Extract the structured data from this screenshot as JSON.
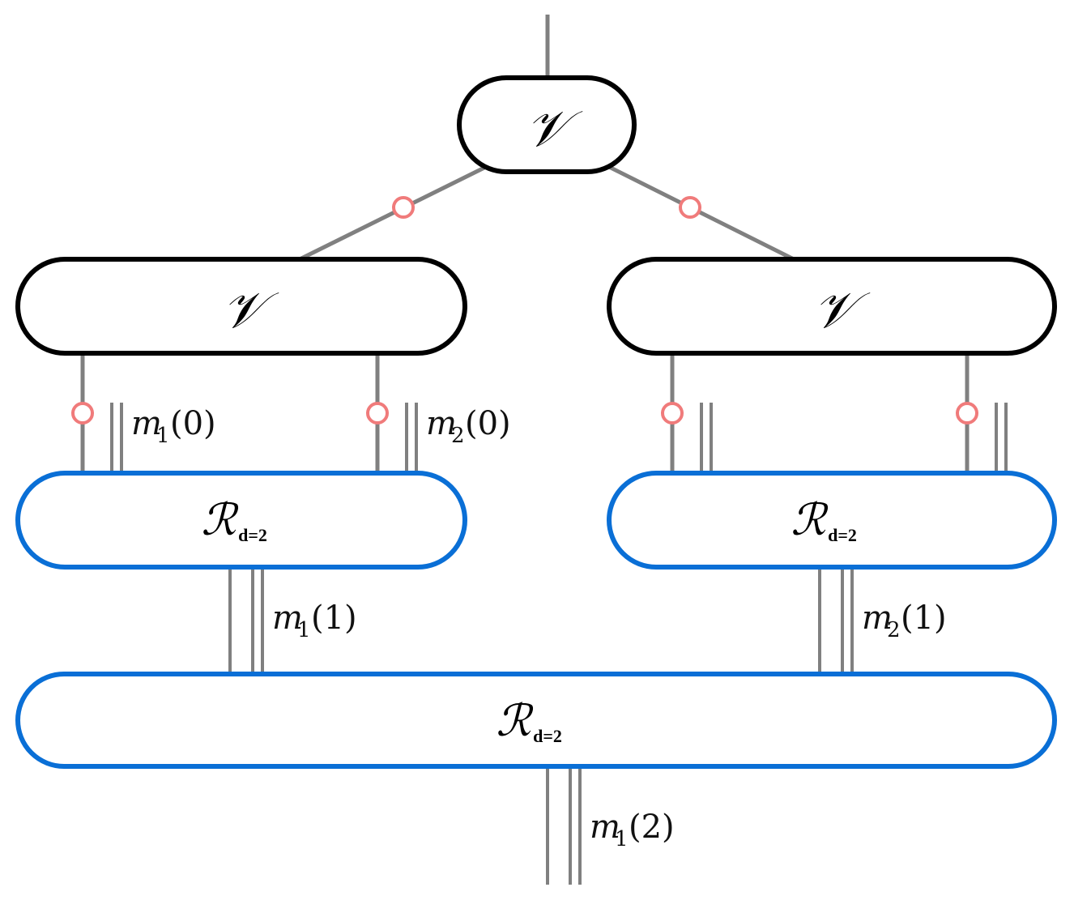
{
  "diagram": {
    "colors": {
      "wire": "#808080",
      "v_border": "#000000",
      "r_border": "#0a6fd6",
      "measure_ring": "#f07b7b"
    },
    "v_nodes": [
      {
        "id": "v-top",
        "symbol": "𝒱"
      },
      {
        "id": "v-left",
        "symbol": "𝒱"
      },
      {
        "id": "v-right",
        "symbol": "𝒱"
      }
    ],
    "r_nodes": [
      {
        "id": "r-left",
        "symbol": "ℛ",
        "subscript": "d=2"
      },
      {
        "id": "r-right",
        "symbol": "ℛ",
        "subscript": "d=2"
      },
      {
        "id": "r-bottom",
        "symbol": "ℛ",
        "subscript": "d=2"
      }
    ],
    "labels": {
      "m1_0": {
        "var": "m",
        "index": "1",
        "arg": "(0)"
      },
      "m2_0": {
        "var": "m",
        "index": "2",
        "arg": "(0)"
      },
      "m1_1": {
        "var": "m",
        "index": "1",
        "arg": "(1)"
      },
      "m2_1": {
        "var": "m",
        "index": "2",
        "arg": "(1)"
      },
      "m1_2": {
        "var": "m",
        "index": "1",
        "arg": "(2)"
      }
    }
  }
}
